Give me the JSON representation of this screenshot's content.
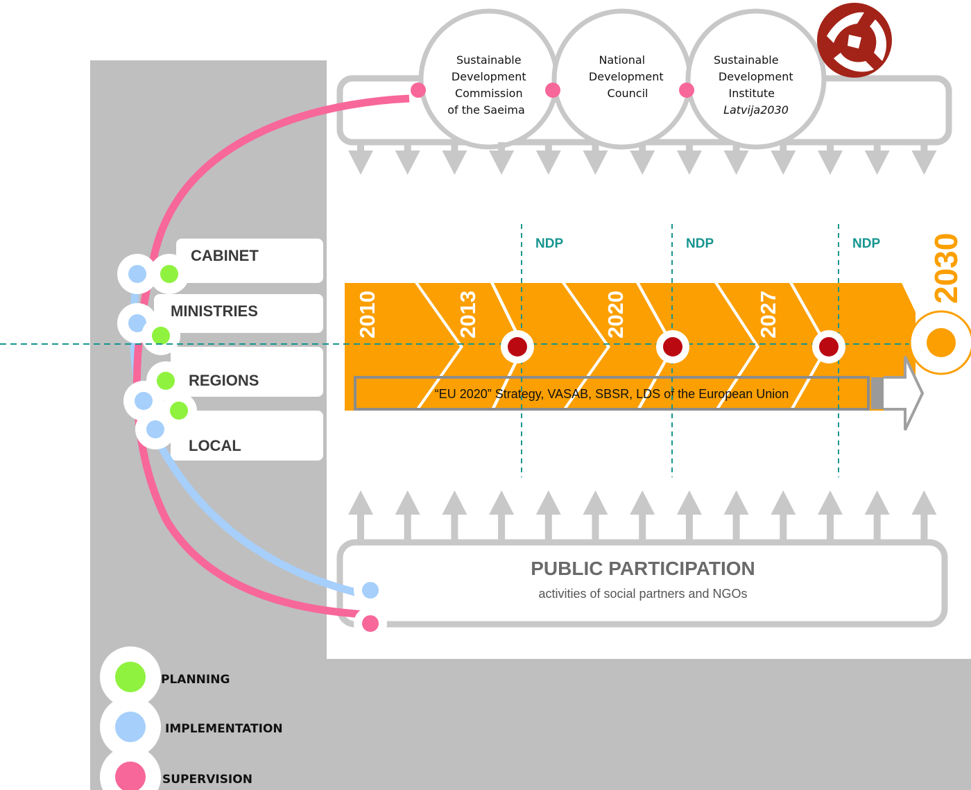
{
  "institutions": [
    {
      "lines": [
        "Sustainable",
        "Development",
        "Commission",
        "of the Saeima"
      ],
      "italic_last": false
    },
    {
      "lines": [
        "National",
        "Development",
        "Council"
      ],
      "italic_last": false
    },
    {
      "lines": [
        "Sustainable",
        "Development",
        "Institute",
        "Latvija2030"
      ],
      "italic_last": true
    }
  ],
  "levels": {
    "cabinet": "CABINET",
    "ministries": "MINISTRIES",
    "regions": "REGIONS",
    "local": "LOCAL"
  },
  "timeline": {
    "years": [
      "2010",
      "2013",
      "2020",
      "2027"
    ],
    "target_year": "2030",
    "ndp_labels": [
      "NDP",
      "NDP",
      "NDP"
    ],
    "eu_strategy": "“EU 2020” Strategy, VASAB, SBSR, LDS of the European Union"
  },
  "public": {
    "title": "PUBLIC PARTICIPATION",
    "subtitle": "activities of social partners and NGOs"
  },
  "legend": [
    {
      "label": "PLANNING",
      "color": "#8ff23f"
    },
    {
      "label": "IMPLEMENTATION",
      "color": "#a6cffb"
    },
    {
      "label": "SUPERVISION",
      "color": "#f7679a"
    }
  ],
  "colors": {
    "orange": "#fb9f02",
    "gray_panel": "#bfbfbf",
    "teal_line": "#16958f",
    "ndp_marker": "#bb0912",
    "planning": "#8ff23f",
    "implementation": "#a6cffb",
    "supervision": "#f7679a"
  },
  "icons": {
    "logo": "latvija2030-logo-icon"
  }
}
